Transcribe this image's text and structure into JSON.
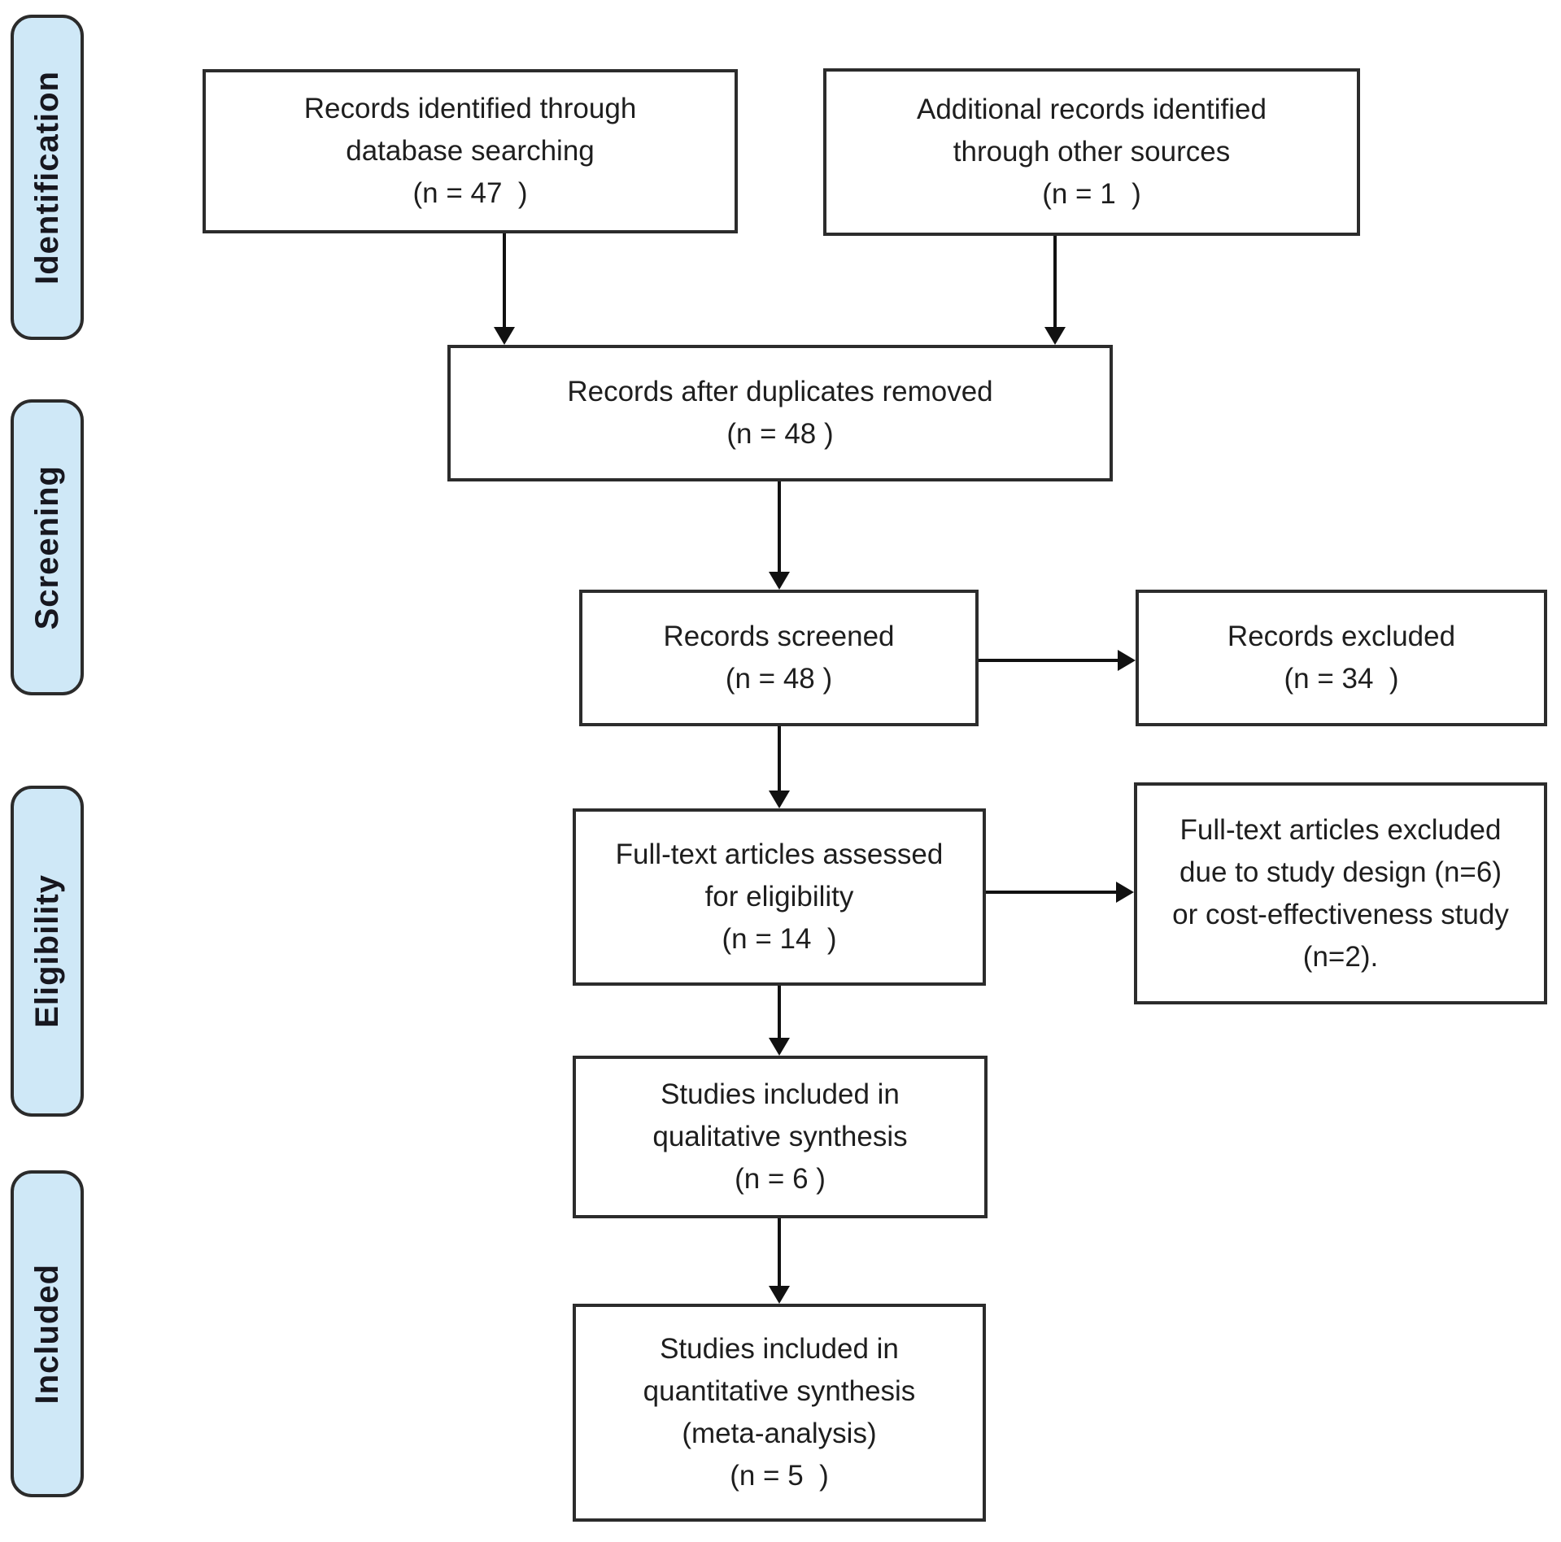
{
  "sidebar": {
    "stages": [
      {
        "label": "Identification"
      },
      {
        "label": "Screening"
      },
      {
        "label": "Eligibility"
      },
      {
        "label": "Included"
      }
    ]
  },
  "boxes": {
    "records_identified": {
      "text": "Records identified through\ndatabase searching\n(n = 47  )"
    },
    "additional_records": {
      "text": "Additional records identified\nthrough other sources\n(n = 1  )"
    },
    "duplicates_removed": {
      "text": "Records after duplicates removed\n(n = 48 )"
    },
    "records_screened": {
      "text": "Records screened\n(n = 48 )"
    },
    "records_excluded": {
      "text": "Records excluded\n(n = 34  )"
    },
    "fulltext_assessed": {
      "text": "Full-text articles assessed\nfor eligibility\n(n = 14  )"
    },
    "fulltext_excluded": {
      "text": "Full-text articles excluded\ndue to study design (n=6)\nor cost-effectiveness study\n(n=2)."
    },
    "qualitative_synthesis": {
      "text": "Studies included in\nqualitative synthesis\n(n = 6 )"
    },
    "quantitative_synthesis": {
      "text": "Studies included in\nquantitative synthesis\n(meta-analysis)\n(n = 5  )"
    }
  },
  "counts": {
    "database_records": 47,
    "other_source_records": 1,
    "after_duplicates": 48,
    "screened": 48,
    "excluded_screening": 34,
    "fulltext_assessed": 14,
    "fulltext_excluded_study_design": 6,
    "fulltext_excluded_cost_effectiveness": 2,
    "qualitative_included": 6,
    "quantitative_included": 5
  },
  "colors": {
    "stage_fill": "#cfe8f7",
    "stage_border": "#2b2b2b",
    "box_border": "#2c2c2c",
    "box_fill": "#ffffff",
    "arrow": "#111111",
    "text": "#1e1e1e"
  }
}
